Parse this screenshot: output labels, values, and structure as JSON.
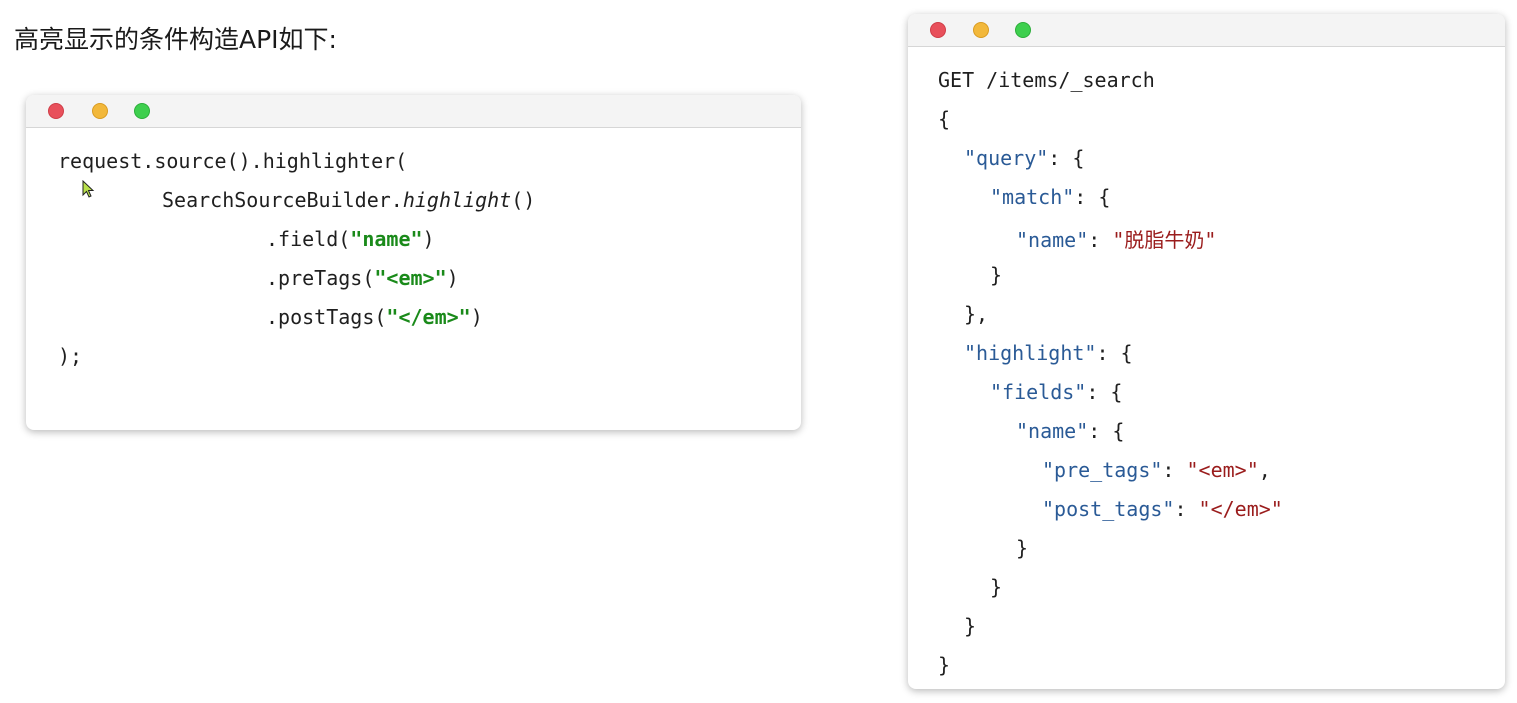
{
  "page": {
    "title": "高亮显示的条件构造API如下:"
  },
  "colors": {
    "dot_red": "#e8505b",
    "dot_yellow": "#f2b83b",
    "dot_green": "#3ecf4e",
    "string_green": "#1a8a1a",
    "json_key": "#2a5a96",
    "json_value": "#9a1c1c"
  },
  "left_code": {
    "l1": "request.source().highlighter(",
    "l2_a": "SearchSourceBuilder.",
    "l2_b": "highlight",
    "l2_c": "()",
    "l3_a": ".field(",
    "l3_b": "\"name\"",
    "l3_c": ")",
    "l4_a": ".preTags(",
    "l4_b": "\"<em>\"",
    "l4_c": ")",
    "l5_a": ".postTags(",
    "l5_b": "\"</em>\"",
    "l5_c": ")",
    "l6": ");"
  },
  "right_code": {
    "r1": "GET /items/_search",
    "r2": "{",
    "r3_k": "\"query\"",
    "r3_p": ": {",
    "r4_k": "\"match\"",
    "r4_p": ": {",
    "r5_k": "\"name\"",
    "r5_p": ": ",
    "r5_v": "\"脱脂牛奶\"",
    "r6": "}",
    "r7": "},",
    "r8_k": "\"highlight\"",
    "r8_p": ": {",
    "r9_k": "\"fields\"",
    "r9_p": ": {",
    "r10_k": "\"name\"",
    "r10_p": ": {",
    "r11_k": "\"pre_tags\"",
    "r11_p": ": ",
    "r11_v": "\"<em>\"",
    "r11_e": ",",
    "r12_k": "\"post_tags\"",
    "r12_p": ": ",
    "r12_v": "\"</em>\"",
    "r13": "}",
    "r14": "}",
    "r15": "}",
    "r16": "}"
  }
}
